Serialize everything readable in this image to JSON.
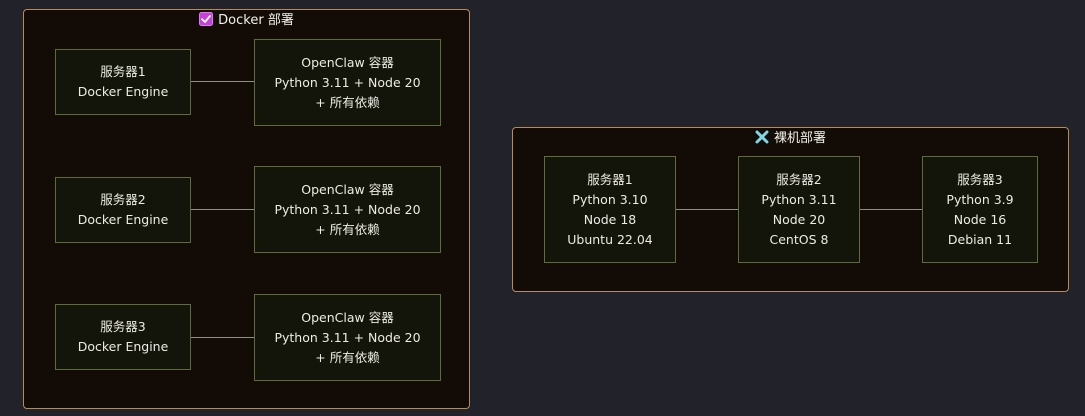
{
  "docker_group": {
    "title": "Docker 部署",
    "icon": "checkbox-checked-icon",
    "icon_color": "#c542d8",
    "rows": [
      {
        "server": {
          "name": "服务器1",
          "engine": "Docker Engine"
        },
        "container": {
          "name": "OpenClaw 容器",
          "runtime": "Python 3.11 + Node 20",
          "deps": "+ 所有依赖"
        }
      },
      {
        "server": {
          "name": "服务器2",
          "engine": "Docker Engine"
        },
        "container": {
          "name": "OpenClaw 容器",
          "runtime": "Python 3.11 + Node 20",
          "deps": "+ 所有依赖"
        }
      },
      {
        "server": {
          "name": "服务器3",
          "engine": "Docker Engine"
        },
        "container": {
          "name": "OpenClaw 容器",
          "runtime": "Python 3.11 + Node 20",
          "deps": "+ 所有依赖"
        }
      }
    ]
  },
  "bare_group": {
    "title": "裸机部署",
    "icon": "cross-mark-icon",
    "icon_color": "#7fd8e8",
    "servers": [
      {
        "name": "服务器1",
        "python": "Python 3.10",
        "node": "Node 18",
        "os": "Ubuntu 22.04"
      },
      {
        "name": "服务器2",
        "python": "Python 3.11",
        "node": "Node 20",
        "os": "CentOS 8"
      },
      {
        "name": "服务器3",
        "python": "Python 3.9",
        "node": "Node 16",
        "os": "Debian 11"
      }
    ]
  },
  "colors": {
    "background": "#22222a",
    "group_fill": "#130b05",
    "group_border": "#b88a58",
    "node_fill": "#13140a",
    "node_border": "#5e6b3a",
    "edge": "#8c8c84"
  }
}
